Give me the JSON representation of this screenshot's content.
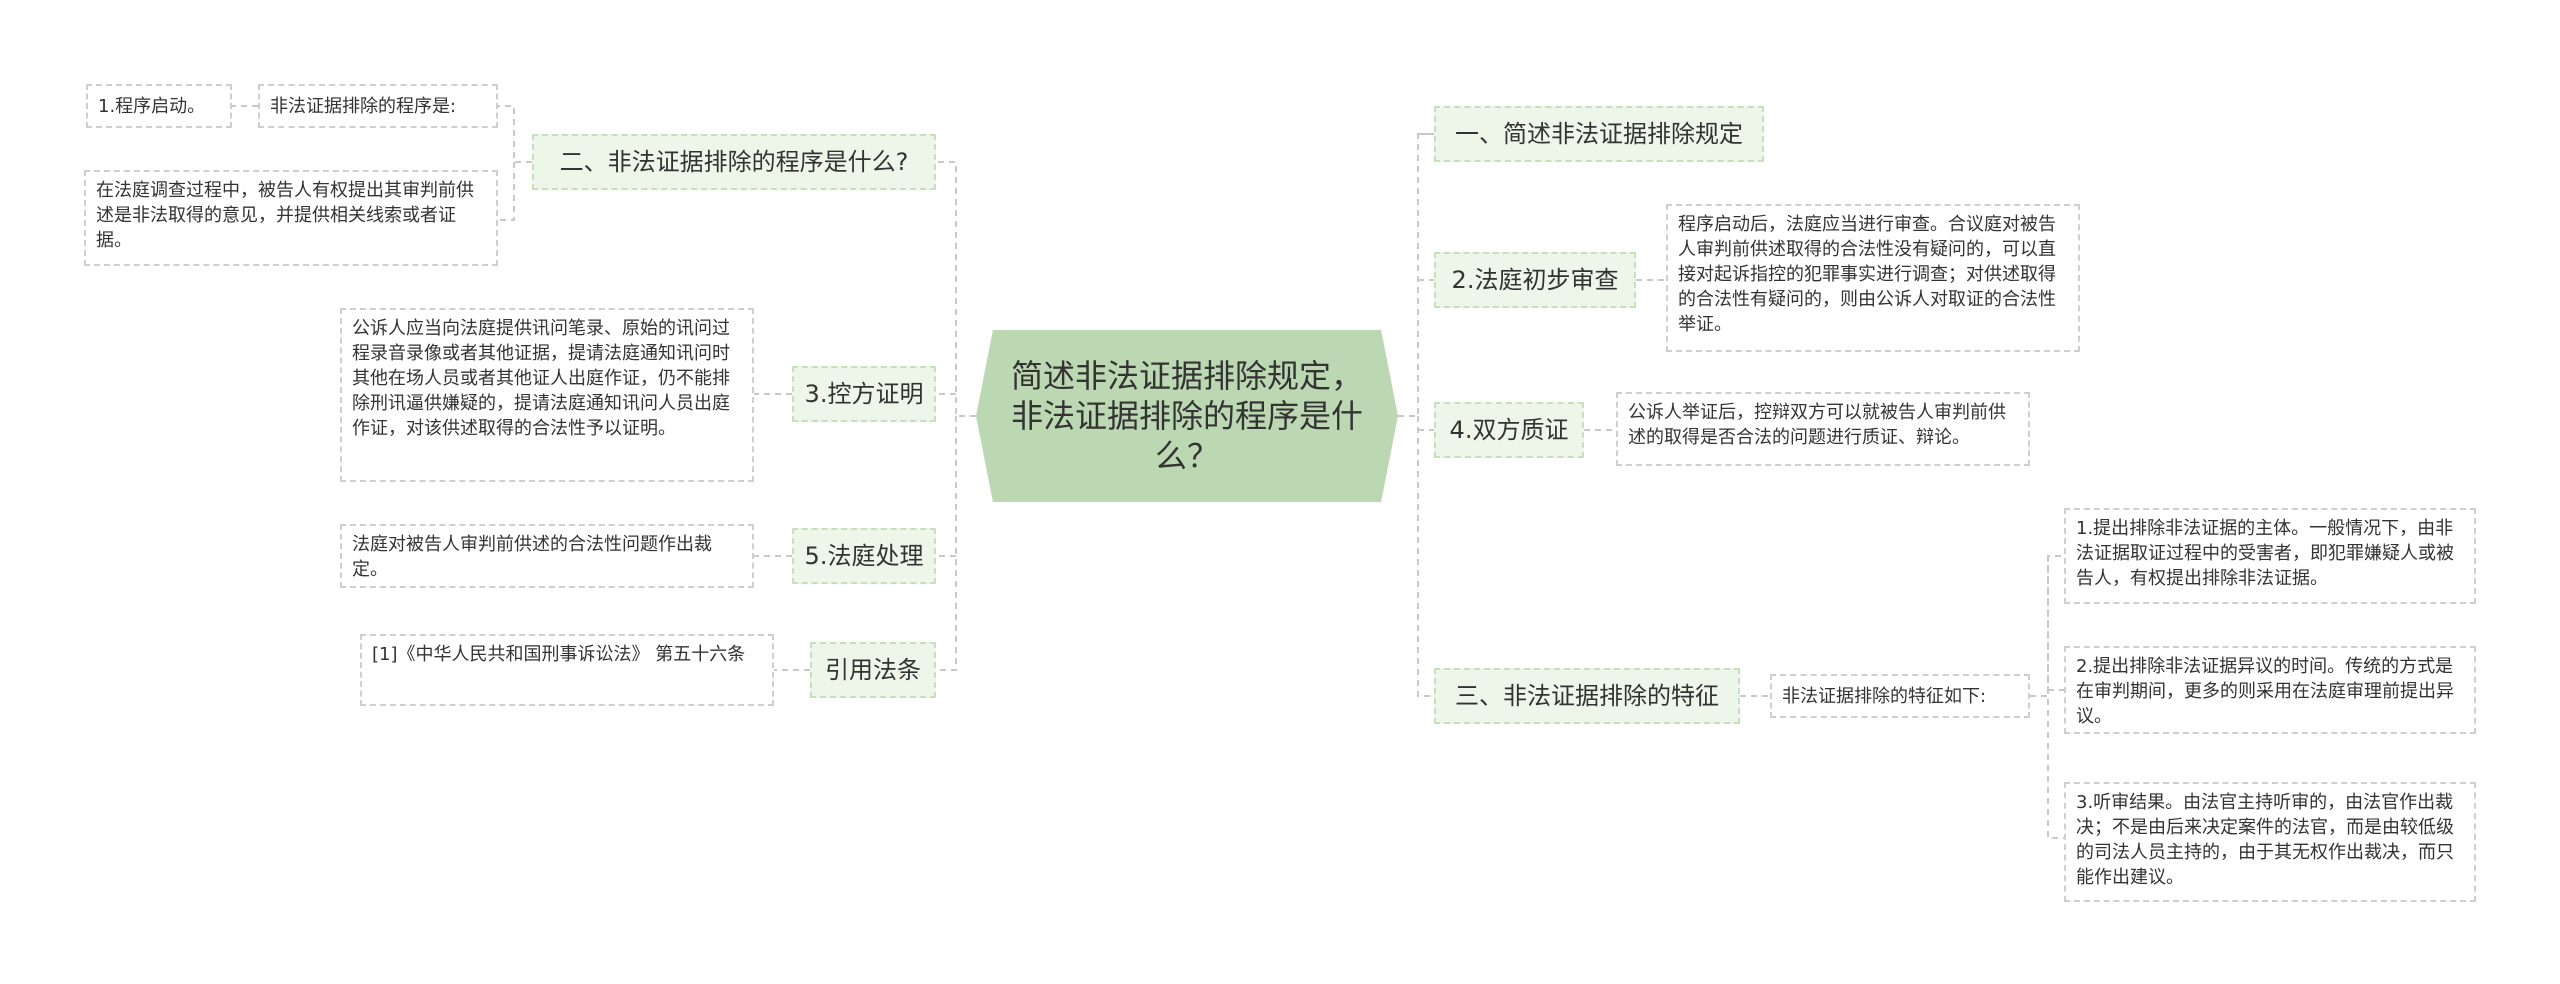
{
  "root": {
    "title": "简述非法证据排除规定，非法证据排除的程序是什么？"
  },
  "right": {
    "b1": {
      "label": "一、简述非法证据排除规定"
    },
    "b2": {
      "label": "2.法庭初步审查",
      "detail": "程序启动后，法庭应当进行审查。合议庭对被告人审判前供述取得的合法性没有疑问的，可以直接对起诉指控的犯罪事实进行调查；对供述取得的合法性有疑问的，则由公诉人对取证的合法性举证。"
    },
    "b3": {
      "label": "4.双方质证",
      "detail": "公诉人举证后，控辩双方可以就被告人审判前供述的取得是否合法的问题进行质证、辩论。"
    },
    "b4": {
      "label": "三、非法证据排除的特征",
      "sub": "非法证据排除的特征如下:",
      "items": [
        "1.提出排除非法证据的主体。一般情况下，由非法证据取证过程中的受害者，即犯罪嫌疑人或被告人，有权提出排除非法证据。",
        "2.提出排除非法证据异议的时间。传统的方式是在审判期间，更多的则采用在法庭审理前提出异议。",
        "3.听审结果。由法官主持听审的，由法官作出裁决；不是由后来决定案件的法官，而是由较低级的司法人员主持的，由于其无权作出裁决，而只能作出建议。"
      ]
    }
  },
  "left": {
    "b1": {
      "label": "二、非法证据排除的程序是什么?",
      "sub": "非法证据排除的程序是:",
      "start": "1.程序启动。",
      "detail": "在法庭调查过程中，被告人有权提出其审判前供述是非法取得的意见，并提供相关线索或者证据。"
    },
    "b2": {
      "label": "3.控方证明",
      "detail": "公诉人应当向法庭提供讯问笔录、原始的讯问过程录音录像或者其他证据，提请法庭通知讯问时其他在场人员或者其他证人出庭作证，仍不能排除刑讯逼供嫌疑的，提请法庭通知讯问人员出庭作证，对该供述取得的合法性予以证明。"
    },
    "b3": {
      "label": "5.法庭处理",
      "detail": "法庭对被告人审判前供述的合法性问题作出裁定。"
    },
    "b4": {
      "label": "引用法条",
      "detail": "[1]《中华人民共和国刑事诉讼法》 第五十六条"
    }
  }
}
